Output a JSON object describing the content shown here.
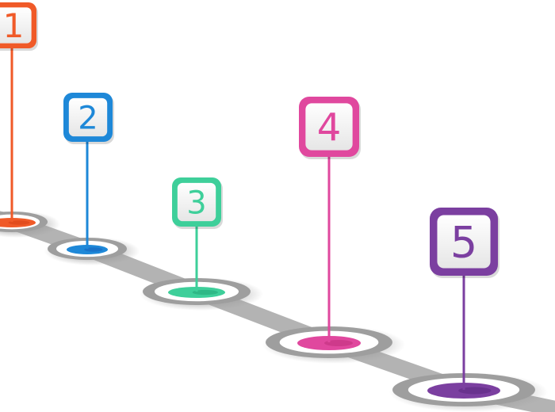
{
  "markers": [
    {
      "label": "1",
      "color": "#f05a28",
      "dark": "#d84315"
    },
    {
      "label": "2",
      "color": "#1e88d8",
      "dark": "#1565c0"
    },
    {
      "label": "3",
      "color": "#3ecf9a",
      "dark": "#26a87a"
    },
    {
      "label": "4",
      "color": "#e0489e",
      "dark": "#c2327f"
    },
    {
      "label": "5",
      "color": "#7b3fa0",
      "dark": "#5e2a82"
    }
  ],
  "path_color": "#b3b3b3",
  "ring_color": "#9e9e9e"
}
